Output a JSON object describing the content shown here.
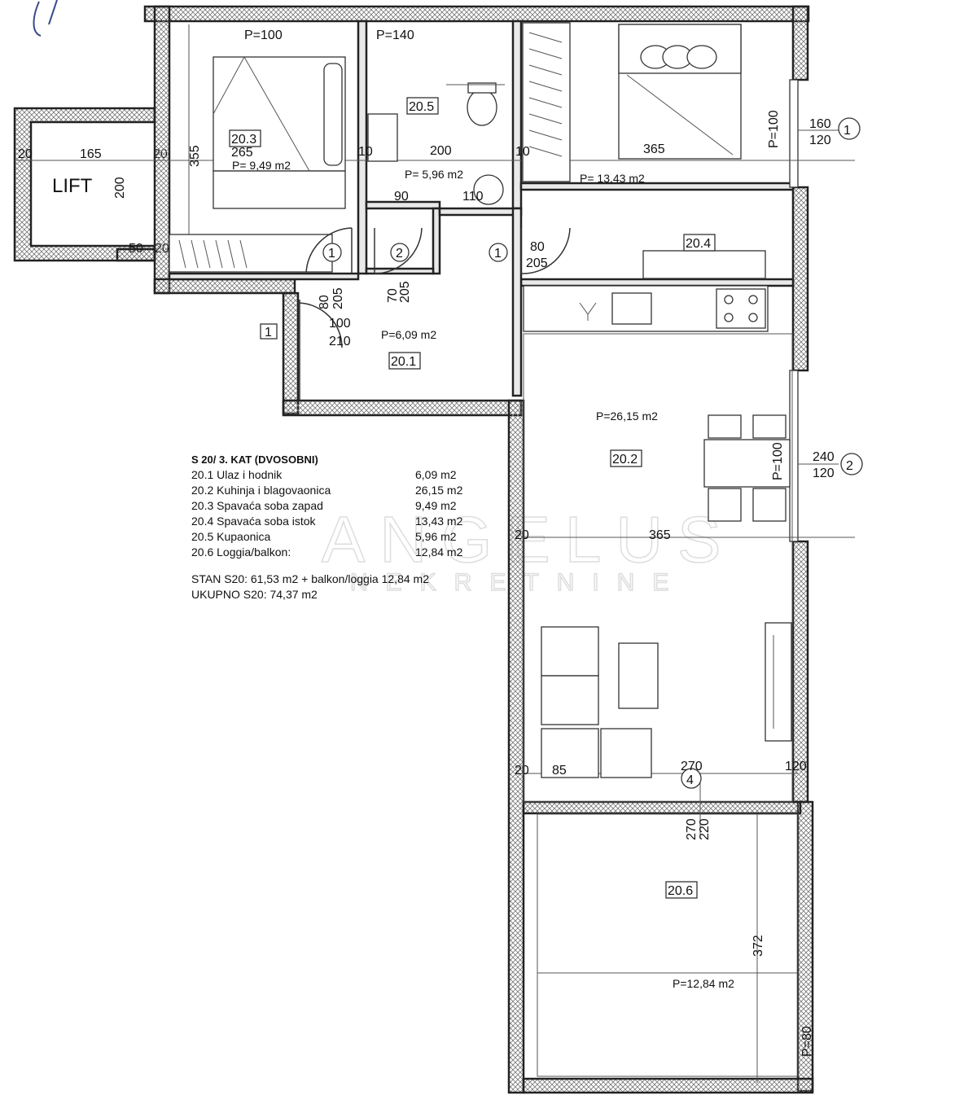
{
  "plan": {
    "lift_label": "LIFT",
    "rooms": [
      {
        "id": "20.1",
        "area": "P=6,09 m2"
      },
      {
        "id": "20.2",
        "area": "P=26,15 m2"
      },
      {
        "id": "20.3",
        "area": "P= 9,49 m2"
      },
      {
        "id": "20.4",
        "area": "P= 13,43 m2"
      },
      {
        "id": "20.5",
        "area": "P= 5,96 m2"
      },
      {
        "id": "20.6",
        "area": "P=12,84 m2"
      }
    ],
    "dimensions": {
      "d165": "165",
      "d200_lift": "200",
      "d50": "50",
      "d20a": "20",
      "d20b": "20",
      "d20c": "20",
      "d355": "355",
      "d265": "265",
      "d10a": "10",
      "d200": "200",
      "d10b": "10",
      "d365a": "365",
      "d90": "90",
      "d110": "110",
      "d80a": "80",
      "d205a": "205",
      "d80b": "80",
      "d205b": "205",
      "d70": "70",
      "d205c": "205",
      "d100": "100",
      "d210": "210",
      "p100": "P=100",
      "p140": "P=140",
      "p100b": "P=100",
      "p100c": "P=100",
      "p80": "P=80",
      "w160": "160",
      "w120a": "120",
      "w240": "240",
      "w120b": "120",
      "d365b": "365",
      "d20d": "20",
      "d85": "85",
      "d270": "270",
      "d120": "120",
      "d270v": "270",
      "d220v": "220",
      "d372": "372"
    },
    "door_markers": [
      "1",
      "2",
      "1"
    ],
    "window_markers": [
      "1",
      "2",
      "4"
    ],
    "entrance_marker": "1",
    "watermark_line1": "ANGELUS",
    "watermark_line2": "NEKRETNINE"
  },
  "legend": {
    "title": "S 20/ 3. KAT (DVOSOBNI)",
    "rows": [
      {
        "name": "20.1 Ulaz i hodnik",
        "value": "6,09 m2"
      },
      {
        "name": "20.2 Kuhinja i blagovaonica",
        "value": "26,15 m2"
      },
      {
        "name": "20.3 Spavaća soba zapad",
        "value": "9,49 m2"
      },
      {
        "name": "20.4 Spavaća soba istok",
        "value": "13,43 m2"
      },
      {
        "name": "20.5 Kupaonica",
        "value": "5,96 m2"
      },
      {
        "name": "20.6 Loggia/balkon:",
        "value": "12,84 m2"
      }
    ],
    "total1": "STAN S20: 61,53 m2 + balkon/loggia 12,84 m2",
    "total2": "UKUPNO S20: 74,37 m2"
  }
}
